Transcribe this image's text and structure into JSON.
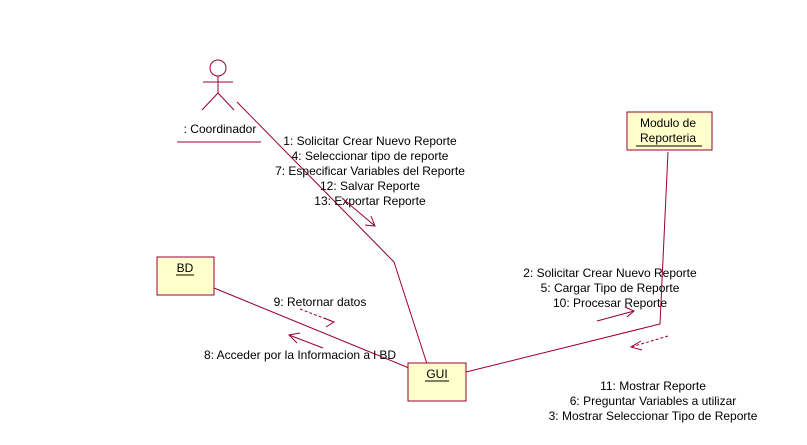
{
  "colors": {
    "line": "#990033",
    "box_fill": "#ffffcc",
    "text": "#000000",
    "background": "#ffffff"
  },
  "actor": {
    "name": ": Coordinador",
    "icon": "stick-figure-icon"
  },
  "objects": {
    "reporting_module": {
      "line1": "Modulo de",
      "line2": "Reporteria"
    },
    "bd": {
      "name": "BD"
    },
    "gui": {
      "name": "GUI"
    }
  },
  "messages": {
    "actor_to_gui": [
      "1: Solicitar Crear Nuevo Reporte",
      "4: Seleccionar tipo de reporte",
      "7: Especificar Variables del Reporte",
      "12: Salvar Reporte",
      "13: Exportar Reporte"
    ],
    "gui_to_module": [
      "2: Solicitar Crear Nuevo Reporte",
      "5: Cargar Tipo de Reporte",
      "10: Procesar Reporte"
    ],
    "module_to_gui": [
      "11: Mostrar Reporte",
      "6: Preguntar Variables a utilizar",
      "3: Mostrar Seleccionar Tipo de Reporte"
    ],
    "bd_to_gui": "9: Retornar datos",
    "gui_to_bd": "8: Acceder por la Informacion a l BD"
  }
}
